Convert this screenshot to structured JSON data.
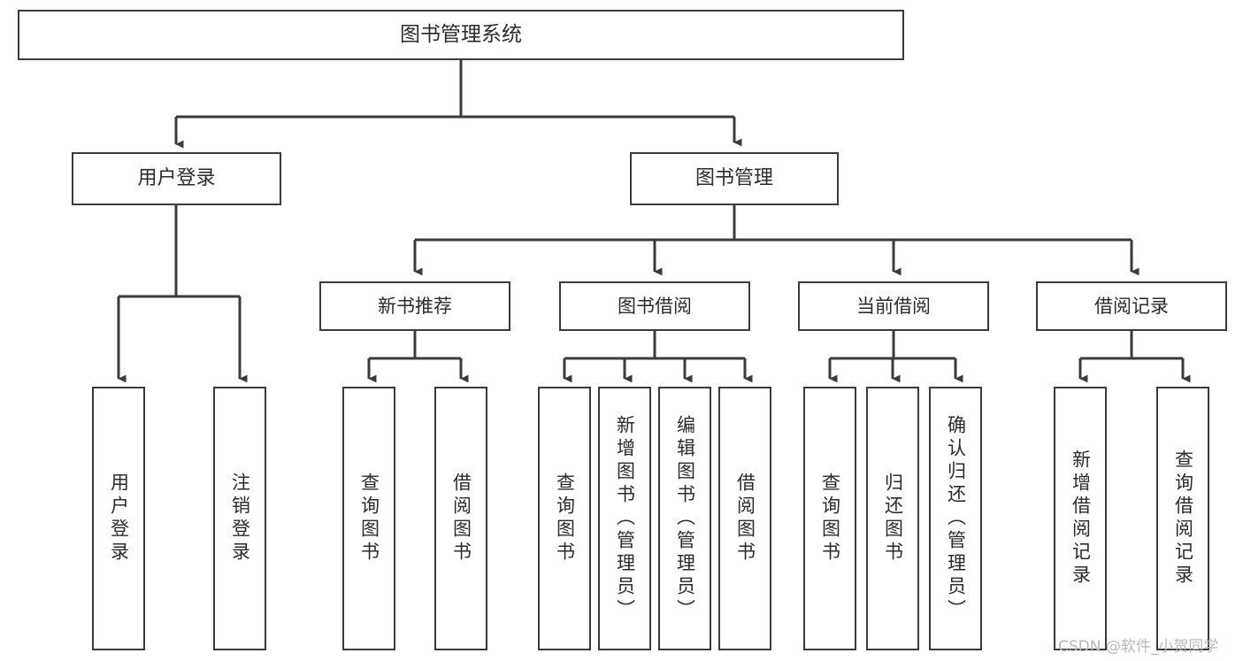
{
  "diagram": {
    "title": "图书管理系统",
    "type": "tree-structure-chart",
    "watermark": "CSDN @软件_小贺同学",
    "colors": {
      "border": "#3b3b3b",
      "text": "#2b2b2b",
      "background": "#ffffff",
      "connector": "#3b3b3b",
      "watermark": "#b9b9b9"
    },
    "nodes": {
      "root": {
        "label": "图书管理系统"
      },
      "level1": [
        {
          "label": "用户登录"
        },
        {
          "label": "图书管理"
        }
      ],
      "level2": [
        {
          "label": "新书推荐"
        },
        {
          "label": "图书借阅"
        },
        {
          "label": "当前借阅"
        },
        {
          "label": "借阅记录"
        }
      ],
      "leaves": [
        {
          "label": "用户登录"
        },
        {
          "label": "注销登录"
        },
        {
          "label": "查询图书"
        },
        {
          "label": "借阅图书"
        },
        {
          "label": "查询图书"
        },
        {
          "label": "新增图书（管理员）"
        },
        {
          "label": "编辑图书（管理员）"
        },
        {
          "label": "借阅图书"
        },
        {
          "label": "查询图书"
        },
        {
          "label": "归还图书"
        },
        {
          "label": "确认归还（管理员）"
        },
        {
          "label": "新增借阅记录"
        },
        {
          "label": "查询借阅记录"
        }
      ]
    },
    "edges": [
      {
        "from": "图书管理系统",
        "to": "用户登录"
      },
      {
        "from": "图书管理系统",
        "to": "图书管理"
      },
      {
        "from": "用户登录",
        "to": "用户登录"
      },
      {
        "from": "用户登录",
        "to": "注销登录"
      },
      {
        "from": "图书管理",
        "to": "新书推荐"
      },
      {
        "from": "图书管理",
        "to": "图书借阅"
      },
      {
        "from": "图书管理",
        "to": "当前借阅"
      },
      {
        "from": "图书管理",
        "to": "借阅记录"
      },
      {
        "from": "新书推荐",
        "to": "查询图书"
      },
      {
        "from": "新书推荐",
        "to": "借阅图书"
      },
      {
        "from": "图书借阅",
        "to": "查询图书"
      },
      {
        "from": "图书借阅",
        "to": "新增图书（管理员）"
      },
      {
        "from": "图书借阅",
        "to": "编辑图书（管理员）"
      },
      {
        "from": "图书借阅",
        "to": "借阅图书"
      },
      {
        "from": "当前借阅",
        "to": "查询图书"
      },
      {
        "from": "当前借阅",
        "to": "归还图书"
      },
      {
        "from": "当前借阅",
        "to": "确认归还（管理员）"
      },
      {
        "from": "借阅记录",
        "to": "新增借阅记录"
      },
      {
        "from": "借阅记录",
        "to": "查询借阅记录"
      }
    ]
  }
}
